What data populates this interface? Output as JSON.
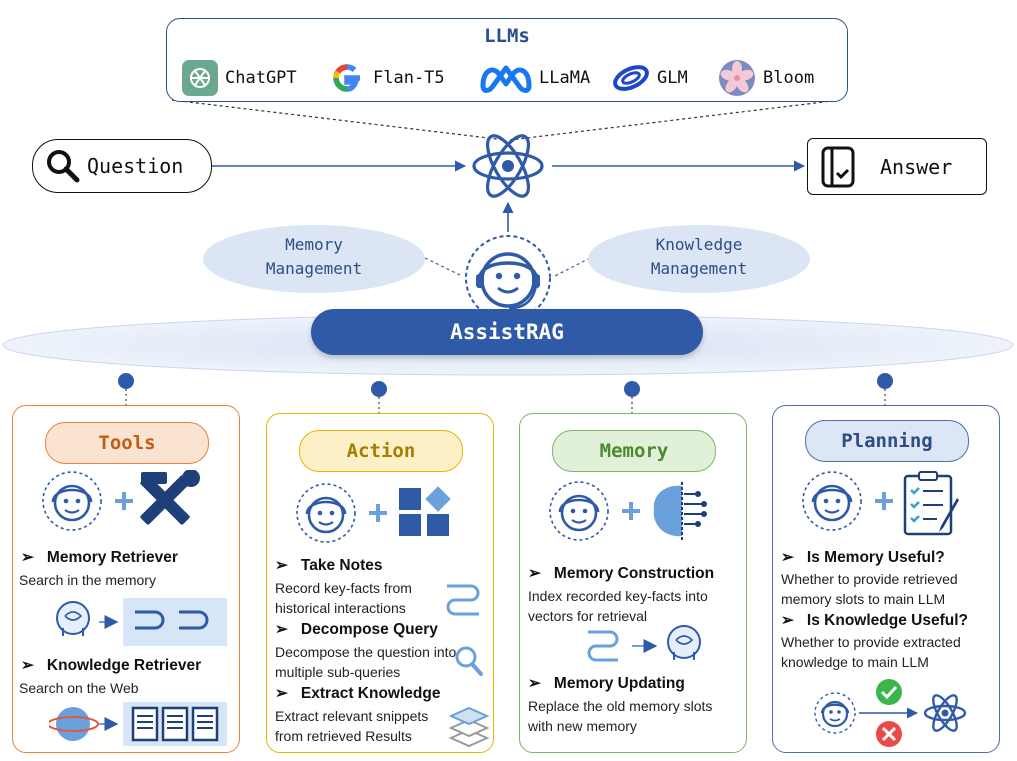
{
  "llms": {
    "title": "LLMs",
    "items": [
      {
        "name": "ChatGPT",
        "icon": "chatgpt-logo-icon"
      },
      {
        "name": "Flan-T5",
        "icon": "google-logo-icon"
      },
      {
        "name": "LLaMA",
        "icon": "meta-logo-icon"
      },
      {
        "name": "GLM",
        "icon": "glm-logo-icon"
      },
      {
        "name": "Bloom",
        "icon": "bloom-logo-icon"
      }
    ]
  },
  "flow": {
    "question": "Question",
    "answer": "Answer",
    "memory_management": "Memory\nManagement",
    "knowledge_management": "Knowledge\nManagement",
    "assistant": "AssistRAG"
  },
  "panels": {
    "tools": {
      "tag": "Tools",
      "items": [
        {
          "title": "Memory Retriever",
          "desc": "Search in the memory"
        },
        {
          "title": "Knowledge Retriever",
          "desc": "Search on the Web"
        }
      ]
    },
    "action": {
      "tag": "Action",
      "items": [
        {
          "title": "Take Notes",
          "desc": "Record key-facts from historical interactions"
        },
        {
          "title": "Decompose Query",
          "desc": "Decompose the question into multiple sub-queries"
        },
        {
          "title": "Extract Knowledge",
          "desc": "Extract relevant snippets from retrieved Results"
        }
      ]
    },
    "memory": {
      "tag": "Memory",
      "items": [
        {
          "title": "Memory Construction",
          "desc": "Index recorded key-facts into vectors for retrieval"
        },
        {
          "title": "Memory Updating",
          "desc": "Replace the old memory slots with new memory"
        }
      ]
    },
    "planning": {
      "tag": "Planning",
      "items": [
        {
          "title": "Is Memory Useful?",
          "desc": "Whether to provide retrieved memory slots to main LLM"
        },
        {
          "title": "Is Knowledge Useful?",
          "desc": "Whether to provide extracted knowledge to main LLM"
        }
      ]
    }
  },
  "colors": {
    "tools": "#e8833a",
    "action": "#e8b400",
    "memory": "#7bb661",
    "planning": "#4f6db0",
    "assistant": "#2e5aa8",
    "accent_blue": "#2b4f96"
  }
}
